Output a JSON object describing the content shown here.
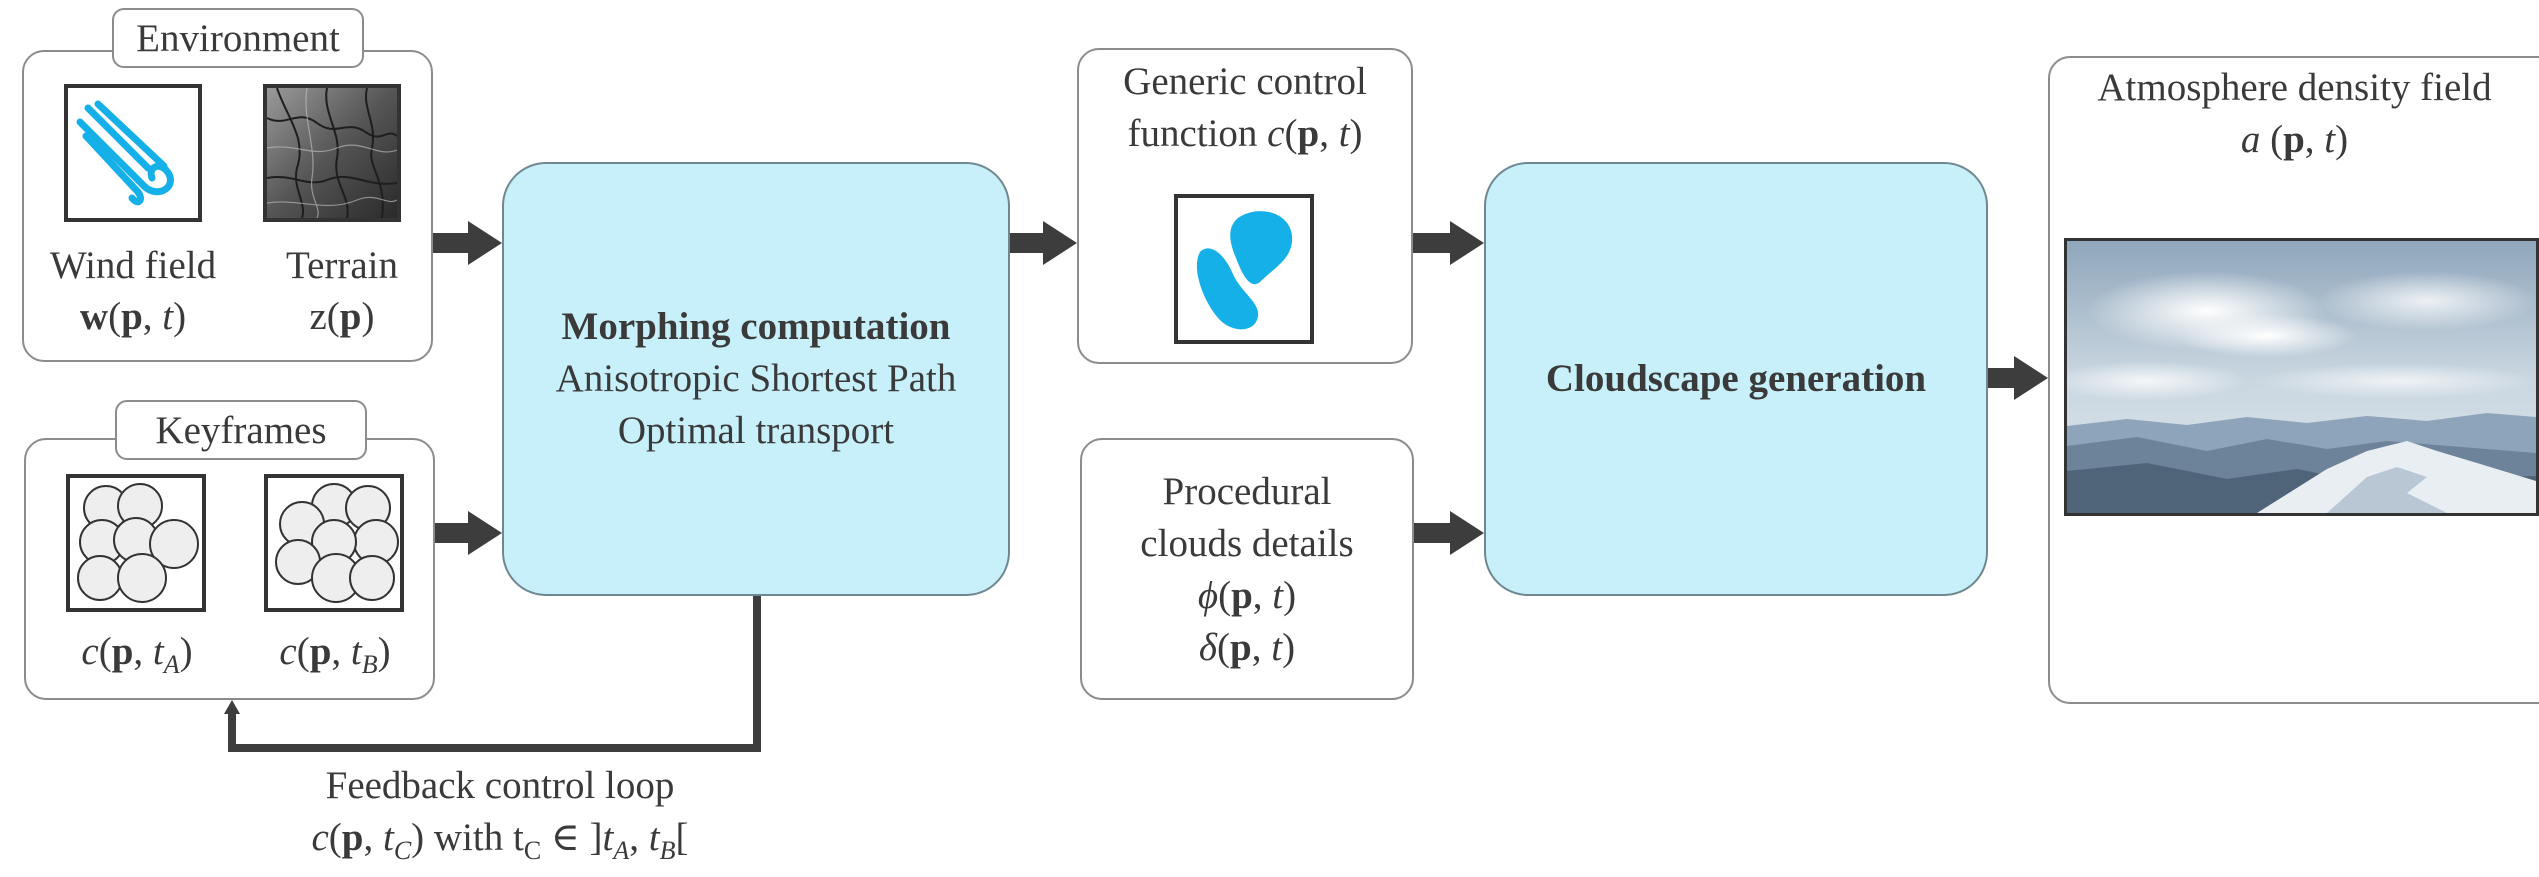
{
  "environment": {
    "label": "Environment",
    "wind_caption": "Wind field",
    "wind_formula": "w(p, t)",
    "terrain_caption": "Terrain",
    "terrain_formula": "z(p)"
  },
  "keyframes": {
    "label": "Keyframes",
    "a_formula": "c(p, t_A)",
    "b_formula": "c(p, t_B)"
  },
  "morphing": {
    "title": "Morphing computation",
    "line1": "Anisotropic Shortest Path",
    "line2": "Optimal transport"
  },
  "control": {
    "line1": "Generic control",
    "line2_prefix": "function",
    "formula": "c(p, t)"
  },
  "procedural": {
    "line1": "Procedural",
    "line2": "clouds details",
    "phi": "ϕ(p, t)",
    "delta": "δ(p, t)"
  },
  "cloudscape": {
    "title": "Cloudscape generation"
  },
  "atmosphere": {
    "line1": "Atmosphere density field",
    "formula": "a (p, t)"
  },
  "feedback": {
    "line1": "Feedback control loop",
    "formula": "c(p, t_C) with t_C ∈ ]t_A, t_B["
  },
  "colors": {
    "accent_blue": "#c8f0fb",
    "icon_blue": "#16b0e8",
    "arrow": "#3d3d3d"
  }
}
